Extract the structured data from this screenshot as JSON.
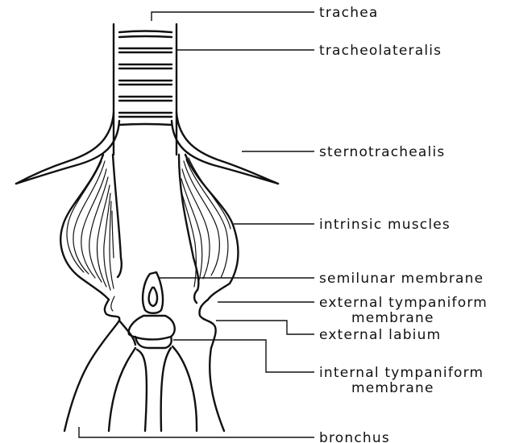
{
  "labels": {
    "trachea": "trachea",
    "tracheolateralis": "tracheolateralis",
    "sternotrachealis": "sternotrachealis",
    "intrinsic_muscles": "intrinsic muscles",
    "semilunar_membrane": "semilunar membrane",
    "external_tympaniform_membrane_line1": "external tympaniform",
    "external_tympaniform_membrane_line2": "membrane",
    "external_labium": "external labium",
    "internal_tympaniform_membrane_line1": "internal tympaniform",
    "internal_tympaniform_membrane_line2": "membrane",
    "bronchus": "bronchus"
  },
  "colors": {
    "ink": "#111111",
    "background": "#ffffff"
  }
}
